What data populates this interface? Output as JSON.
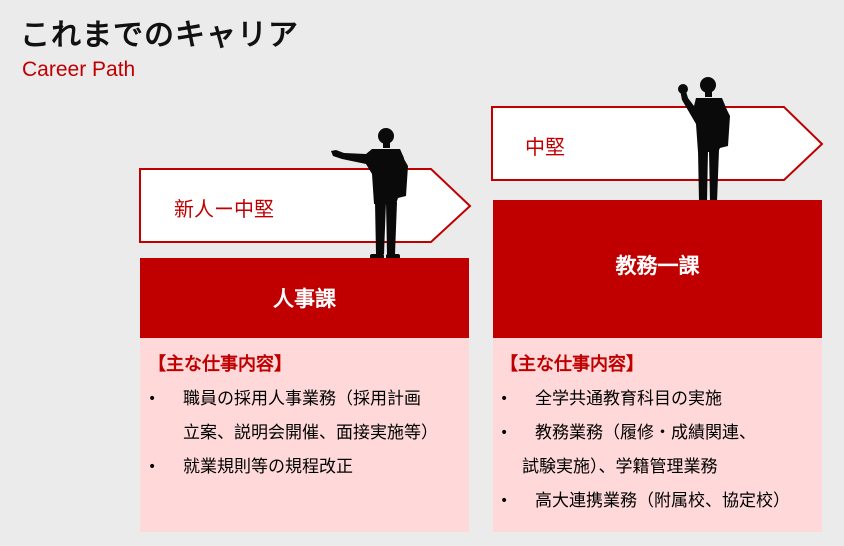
{
  "header": {
    "title": "これまでのキャリア",
    "subtitle": "Career Path"
  },
  "stages": [
    {
      "arrow_label": "新人ー中堅",
      "department": "人事課",
      "duties_heading": "【主な仕事内容】",
      "duties": [
        {
          "lines": [
            "職員の採用人事業務（採用計画",
            "立案、説明会開催、面接実施等）"
          ]
        },
        {
          "lines": [
            "就業規則等の規程改正"
          ]
        }
      ]
    },
    {
      "arrow_label": "中堅",
      "department": "教務一課",
      "duties_heading": "【主な仕事内容】",
      "duties": [
        {
          "lines": [
            "全学共通教育科目の実施"
          ]
        },
        {
          "lines": [
            "教務業務（履修・成績関連、",
            "試験実施）、学籍管理業務"
          ]
        },
        {
          "lines": [
            "高大連携業務（附属校、協定校）"
          ]
        }
      ]
    }
  ],
  "colors": {
    "accent": "#c00000",
    "panel": "#ffd9d9",
    "background": "#ebebeb"
  },
  "icons": [
    "person-pointing-icon",
    "person-cheering-icon"
  ]
}
